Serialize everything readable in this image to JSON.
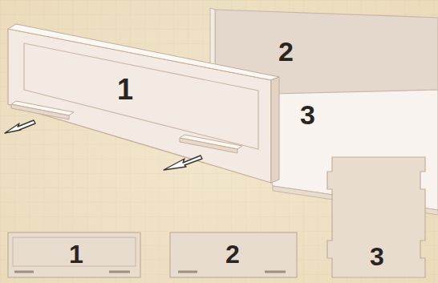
{
  "diagram": {
    "labels": [
      "1",
      "2",
      "3",
      "1",
      "2",
      "3"
    ]
  }
}
